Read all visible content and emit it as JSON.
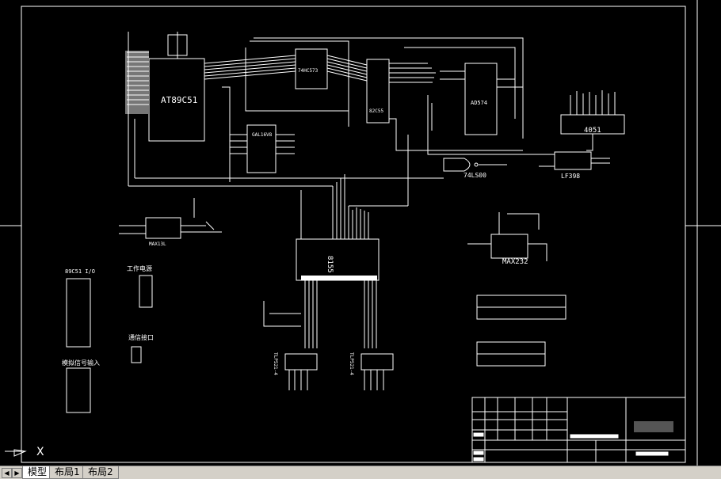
{
  "labels": {
    "mcu": "AT89C51",
    "latch": "74HC573",
    "ppi": "82C55",
    "adc": "AD574",
    "mux": "4051",
    "gal": "GAL16V8",
    "nand": "74LS00",
    "sh": "LF398",
    "max13": "MAX13L",
    "ram": "8155",
    "max232": "MAX232",
    "opto1": "TLP521-4",
    "opto2": "TLP521-4",
    "io_header": "89C51 I/O",
    "power_header": "工作电源",
    "comm_header": "通信接口",
    "analog_header": "模拟信号输入",
    "ucs_x": "X"
  },
  "tabs": [
    {
      "label": "模型",
      "active": true
    },
    {
      "label": "布局1",
      "active": false
    },
    {
      "label": "布局2",
      "active": false
    }
  ],
  "icons": {
    "nav_first": "nav-first-icon",
    "nav_prev": "nav-prev-icon",
    "nav_next": "nav-next-icon",
    "nav_last": "nav-last-icon",
    "ucs": "ucs-icon"
  },
  "colors": {
    "background": "#000000",
    "lines": "#ffffff",
    "tabbar": "#d4d0c8"
  }
}
